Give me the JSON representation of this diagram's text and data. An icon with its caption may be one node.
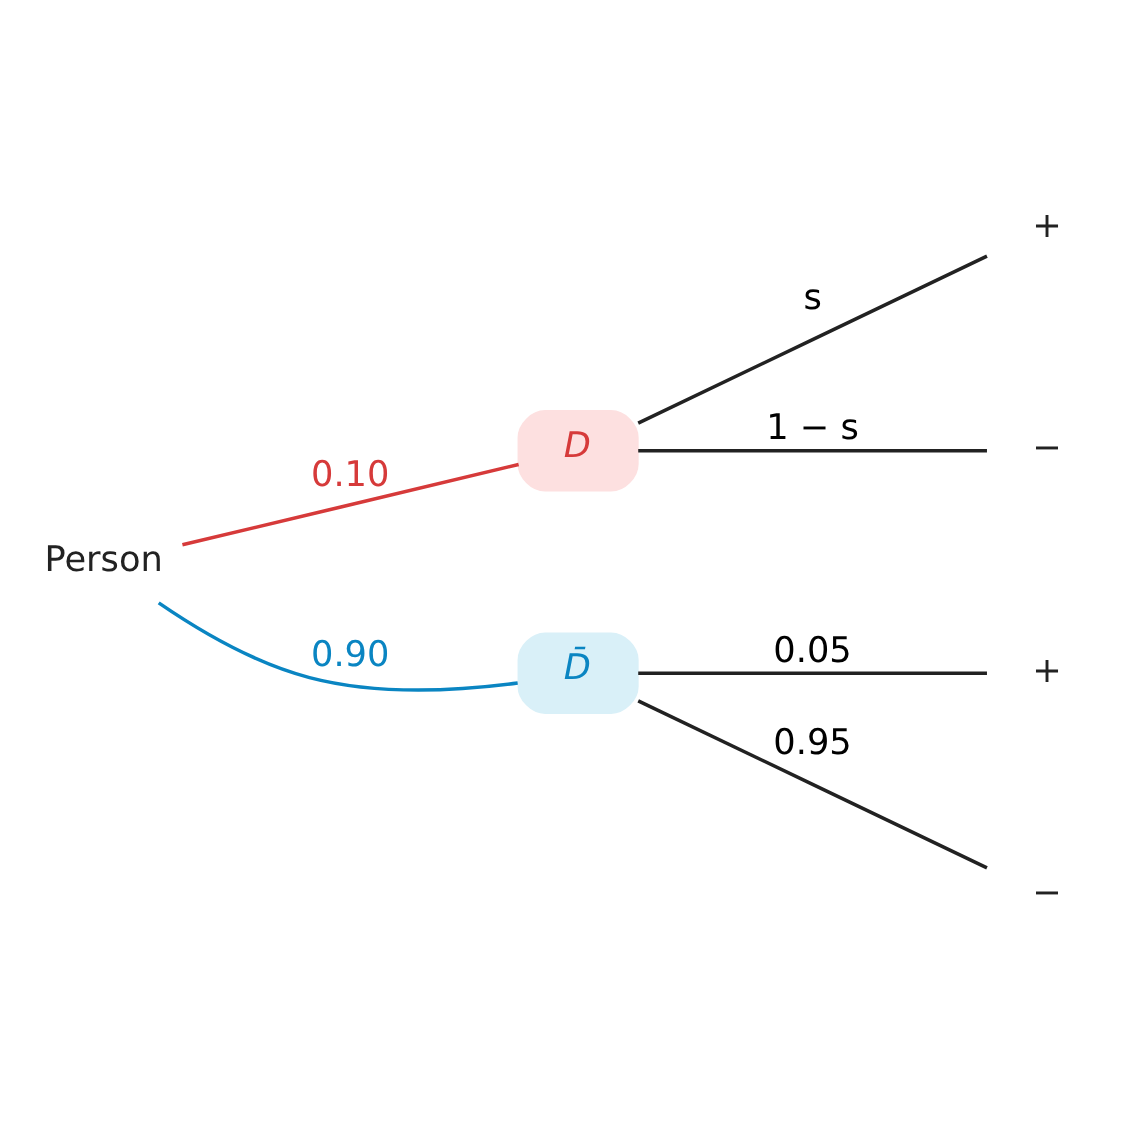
{
  "diagram": {
    "nodes": [
      {
        "text": [
          "Person"
        ]
      },
      {
        "text": [
          "D"
        ]
      },
      {
        "text": [
          "D̄"
        ]
      },
      {
        "text": [
          "+"
        ]
      },
      {
        "text": [
          "−"
        ]
      },
      {
        "text": [
          "+"
        ]
      },
      {
        "text": [
          "−"
        ]
      }
    ],
    "edges": [
      {
        "from": 0,
        "to": 1,
        "arrow": "none",
        "label": "0.10",
        "color": "#d63a3a"
      },
      {
        "from": 0,
        "to": 2,
        "arrow": "none",
        "label": "0.90",
        "color": "#0a85c2"
      },
      {
        "from": 1,
        "to": 3,
        "arrow": "none",
        "label": "s"
      },
      {
        "from": 1,
        "to": 4,
        "arrow": "none",
        "label": "1 − s"
      },
      {
        "from": 2,
        "to": 5,
        "arrow": "none",
        "label": "0.05"
      },
      {
        "from": 2,
        "to": 6,
        "arrow": "none",
        "label": "0.95"
      }
    ]
  }
}
